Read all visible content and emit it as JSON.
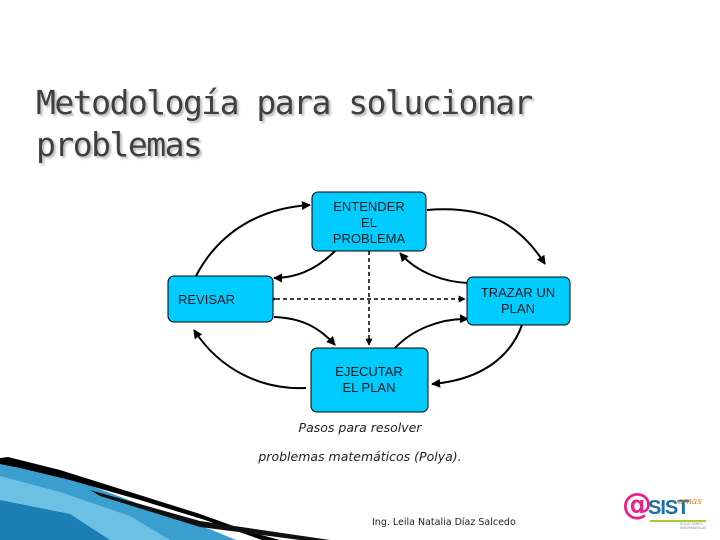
{
  "slide": {
    "title": "Metodología para solucionar problemas",
    "caption_line1": "Pasos para resolver",
    "caption_line2": "problemas matemáticos (Polya).",
    "author": "Ing. Leila Natalia Díaz Salcedo"
  },
  "diagram": {
    "node_fill": "#00ccff",
    "nodes": {
      "understand": [
        "ENTENDER",
        "EL",
        "PROBLEMA"
      ],
      "plan": [
        "TRAZAR UN",
        "PLAN"
      ],
      "execute": [
        "EJECUTAR",
        "EL PLAN"
      ],
      "review": [
        "REVISAR"
      ]
    }
  },
  "logo": {
    "at": "@",
    "brand": "SIST",
    "suffix": "emas",
    "tagline": "SOLUCIONES INFORMÁTICAS"
  }
}
